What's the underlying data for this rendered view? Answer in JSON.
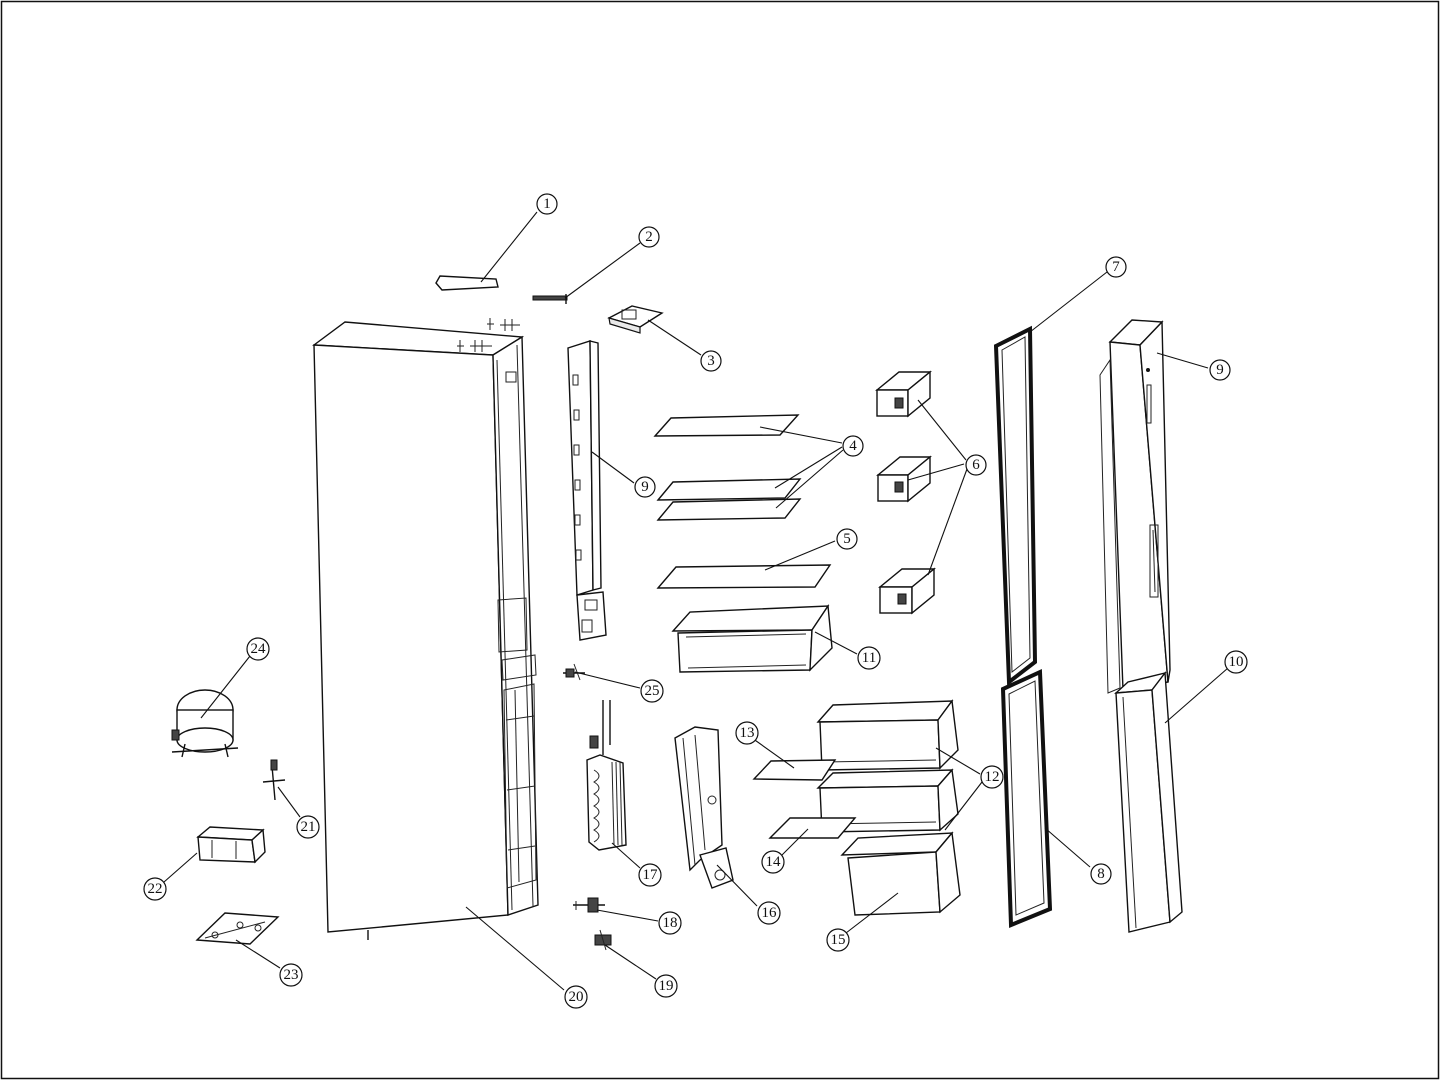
{
  "callouts": [
    {
      "id": "c1",
      "text": "1"
    },
    {
      "id": "c2",
      "text": "2"
    },
    {
      "id": "c3",
      "text": "3"
    },
    {
      "id": "c4",
      "text": "4"
    },
    {
      "id": "c5",
      "text": "5"
    },
    {
      "id": "c6",
      "text": "6"
    },
    {
      "id": "c7",
      "text": "7"
    },
    {
      "id": "c8",
      "text": "8"
    },
    {
      "id": "c9a",
      "text": "9"
    },
    {
      "id": "c9b",
      "text": "9"
    },
    {
      "id": "c10",
      "text": "10"
    },
    {
      "id": "c11",
      "text": "11"
    },
    {
      "id": "c12",
      "text": "12"
    },
    {
      "id": "c13",
      "text": "13"
    },
    {
      "id": "c14",
      "text": "14"
    },
    {
      "id": "c15",
      "text": "15"
    },
    {
      "id": "c16",
      "text": "16"
    },
    {
      "id": "c17",
      "text": "17"
    },
    {
      "id": "c18",
      "text": "18"
    },
    {
      "id": "c19",
      "text": "19"
    },
    {
      "id": "c20",
      "text": "20"
    },
    {
      "id": "c21",
      "text": "21"
    },
    {
      "id": "c22",
      "text": "22"
    },
    {
      "id": "c23",
      "text": "23"
    },
    {
      "id": "c24",
      "text": "24"
    },
    {
      "id": "c25",
      "text": "25"
    }
  ]
}
